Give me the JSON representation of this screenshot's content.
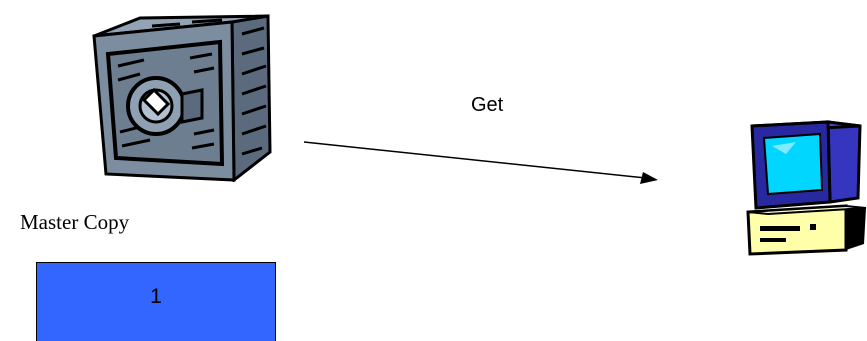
{
  "labels": {
    "master_copy": "Master Copy",
    "action": "Get"
  },
  "version_box": {
    "value": "1",
    "fill": "#3366ff"
  },
  "icons": {
    "safe": "safe-icon",
    "computer": "computer-icon",
    "arrow": "arrow-right-icon"
  },
  "colors": {
    "safe_body": "#7c8da0",
    "monitor_screen": "#00d6ff",
    "monitor_bezel": "#2828a0",
    "computer_base": "#ffffaa"
  }
}
